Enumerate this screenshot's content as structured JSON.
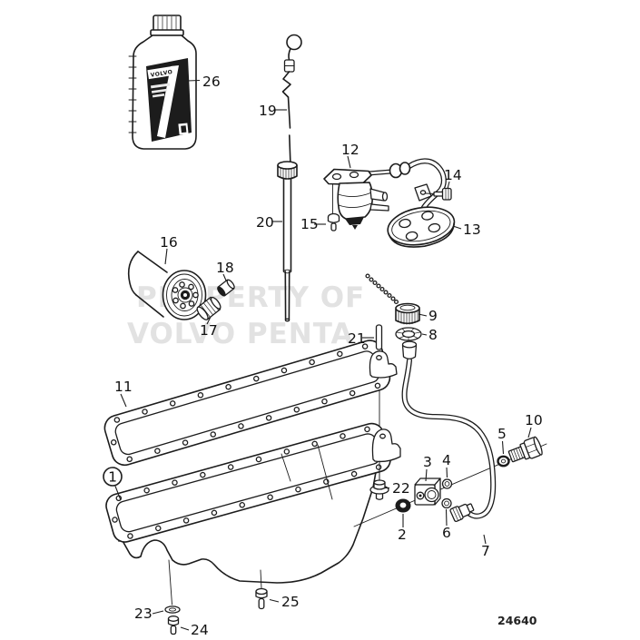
{
  "diagram": {
    "drawing_number": "24640",
    "watermark_line1": "PROPERTY OF",
    "watermark_line2": "VOLVO PENTA",
    "bottle_brand": "VOLVO",
    "ink_color": "#1c1c1c",
    "watermark_color": "#e2e2e2",
    "background_color": "#ffffff",
    "callouts": {
      "1": "1",
      "2": "2",
      "3": "3",
      "4": "4",
      "5": "5",
      "6": "6",
      "7": "7",
      "8": "8",
      "9": "9",
      "10": "10",
      "11": "11",
      "12": "12",
      "13": "13",
      "14": "14",
      "15": "15",
      "16": "16",
      "17": "17",
      "18": "18",
      "19": "19",
      "20": "20",
      "21": "21",
      "22": "22",
      "23": "23",
      "24": "24",
      "25": "25",
      "26": "26"
    }
  }
}
